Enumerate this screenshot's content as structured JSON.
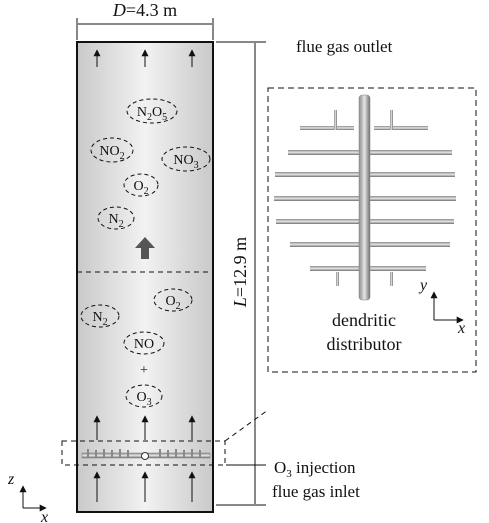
{
  "diameter": {
    "symbol": "D",
    "value": "=4.3 m"
  },
  "length": {
    "symbol": "L",
    "value": "=12.9 m"
  },
  "labels": {
    "outlet": "flue gas outlet",
    "o3_injection_prefix": "O",
    "o3_injection_sub": "3",
    "o3_injection_suffix": " injection",
    "inlet": "flue gas inlet",
    "distributor_line1": "dendritic",
    "distributor_line2": "distributor",
    "plus": "+"
  },
  "axes": {
    "main": {
      "vertical": "z",
      "horizontal": "x"
    },
    "inset": {
      "vertical": "y",
      "horizontal": "x"
    }
  },
  "molecules_upper": [
    {
      "base": "N",
      "sub1": "2",
      "mid": "O",
      "sub2": "5"
    },
    {
      "base": "NO",
      "sub1": "2"
    },
    {
      "base": "NO",
      "sub1": "3"
    },
    {
      "base": "O",
      "sub1": "2"
    },
    {
      "base": "N",
      "sub1": "2"
    }
  ],
  "molecules_lower": [
    {
      "base": "N",
      "sub1": "2"
    },
    {
      "base": "O",
      "sub1": "2"
    },
    {
      "base": "NO"
    },
    {
      "base": "O",
      "sub1": "3"
    }
  ]
}
